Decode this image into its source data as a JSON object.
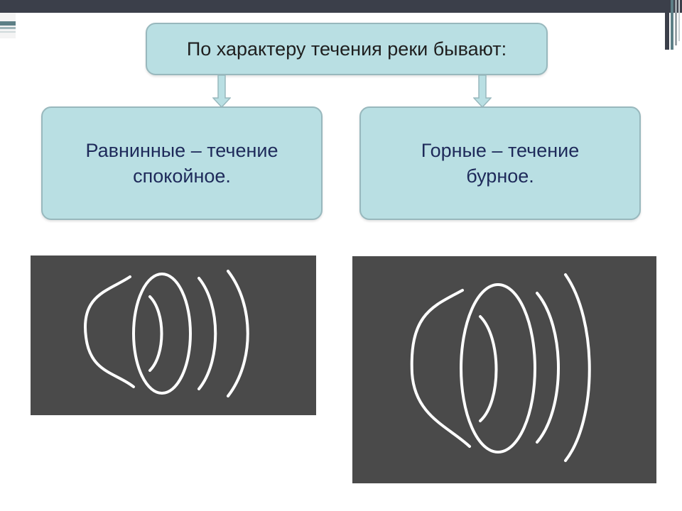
{
  "slide": {
    "heading": "По характеру течения реки бывают:",
    "left_box": {
      "text": "Равнинные – течение спокойное."
    },
    "right_box": {
      "text": "Горные – течение бурное."
    }
  },
  "media": {
    "left_player": {
      "icon": "speaker-icon"
    },
    "right_player": {
      "icon": "speaker-icon"
    }
  },
  "colors": {
    "box_fill": "#b9dfe3",
    "box_border": "#98b8bd",
    "text": "#1e2a5a",
    "panel": "#4a4a4a",
    "icon_stroke": "#ffffff"
  }
}
